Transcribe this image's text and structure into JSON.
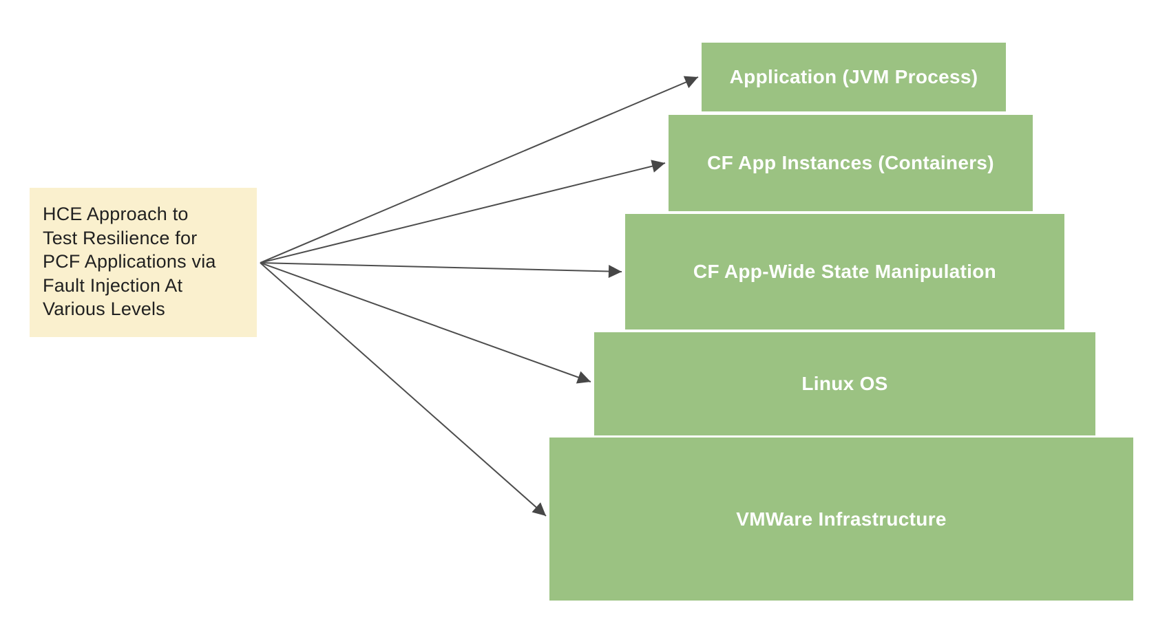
{
  "note": {
    "text": "HCE Approach to\nTest Resilience for\nPCF Applications via\nFault Injection At\nVarious Levels"
  },
  "levels": [
    {
      "label": "Application (JVM Process)"
    },
    {
      "label": "CF App Instances (Containers)"
    },
    {
      "label": "CF App-Wide State Manipulation"
    },
    {
      "label": "Linux OS"
    },
    {
      "label": "VMWare Infrastructure"
    }
  ],
  "colors": {
    "note_background": "#faf0ce",
    "note_text": "#212121",
    "level_background": "#9bc282",
    "level_text": "#ffffff",
    "arrow": "#4d4d4d",
    "page_background": "#ffffff"
  }
}
